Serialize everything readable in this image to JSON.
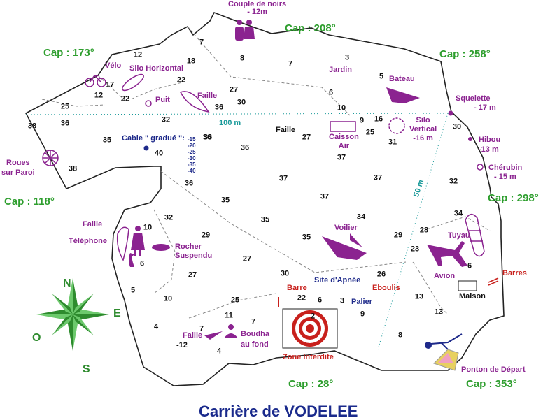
{
  "title": "Carrière de VODELEE",
  "colors": {
    "outline": "#222222",
    "poi": "#8b2390",
    "cap": "#2e9e2e",
    "red": "#c8201c",
    "navy": "#1e2a8a",
    "teal": "#1a9a9a"
  },
  "caps": [
    "Cap : 173°",
    "Cap : 208°",
    "Cap : 258°",
    "Cap : 118°",
    "Cap : 298°",
    "Cap : 28°",
    "Cap : 353°"
  ],
  "poi": {
    "couple": [
      "Couple de noirs",
      "- 12m"
    ],
    "velo": "Vélo",
    "silo_h": "Silo Horizontal",
    "puit": "Puit",
    "faille_top": "Faille",
    "jardin": "Jardin",
    "bateau": "Bateau",
    "squelette": [
      "Squelette",
      "- 17 m"
    ],
    "hibou": [
      "Hibou",
      "-13 m"
    ],
    "cherubin": [
      "Chérubin",
      "- 15 m"
    ],
    "silo_v": [
      "Silo",
      "Vertical",
      "-16 m"
    ],
    "caisson": [
      "Caisson",
      "Air"
    ],
    "faille_center": "Faille",
    "roues": [
      "Roues",
      "sur Paroi"
    ],
    "cable": "Cable \" gradué \":",
    "cable_depths": [
      "-15",
      "-20",
      "-25",
      "-30",
      "-35",
      "-40"
    ],
    "faille_left": "Faille",
    "telephone": "Téléphone",
    "rocher": [
      "Rocher",
      "Suspendu"
    ],
    "voilier": "Voilier",
    "tuyau": "Tuyau",
    "avion": "Avion",
    "barres": "Barres",
    "maison": "Maison",
    "site_apnee": "Site d'Apnée",
    "eboulis": "Eboulis",
    "barre": "Barre",
    "palier": "Palier",
    "zone": "Zone Interdite",
    "faille_bottom": "Faille",
    "faille_bottom_depth": "-12",
    "boudha": [
      "Boudha",
      "au fond"
    ],
    "ponton": "Ponton de Départ"
  },
  "distances": {
    "d100": "100 m",
    "d50": "50 m"
  },
  "compass": {
    "n": "N",
    "e": "E",
    "s": "S",
    "o": "O"
  },
  "depths": [
    "12",
    "7",
    "8",
    "7",
    "3",
    "5",
    "18",
    "17",
    "12",
    "22",
    "22",
    "27",
    "36",
    "30",
    "6",
    "25",
    "32",
    "36",
    "10",
    "9",
    "16",
    "25",
    "38",
    "36",
    "35",
    "36",
    "40",
    "36",
    "27",
    "31",
    "37",
    "30",
    "38",
    "36",
    "35",
    "37",
    "37",
    "32",
    "35",
    "37",
    "32",
    "10",
    "6",
    "29",
    "34",
    "35",
    "29",
    "34",
    "28",
    "27",
    "23",
    "6",
    "27",
    "30",
    "26",
    "5",
    "10",
    "22",
    "6",
    "3",
    "25",
    "13",
    "13",
    "9",
    "11",
    "7",
    "7",
    "4",
    "4",
    "2",
    "8"
  ]
}
